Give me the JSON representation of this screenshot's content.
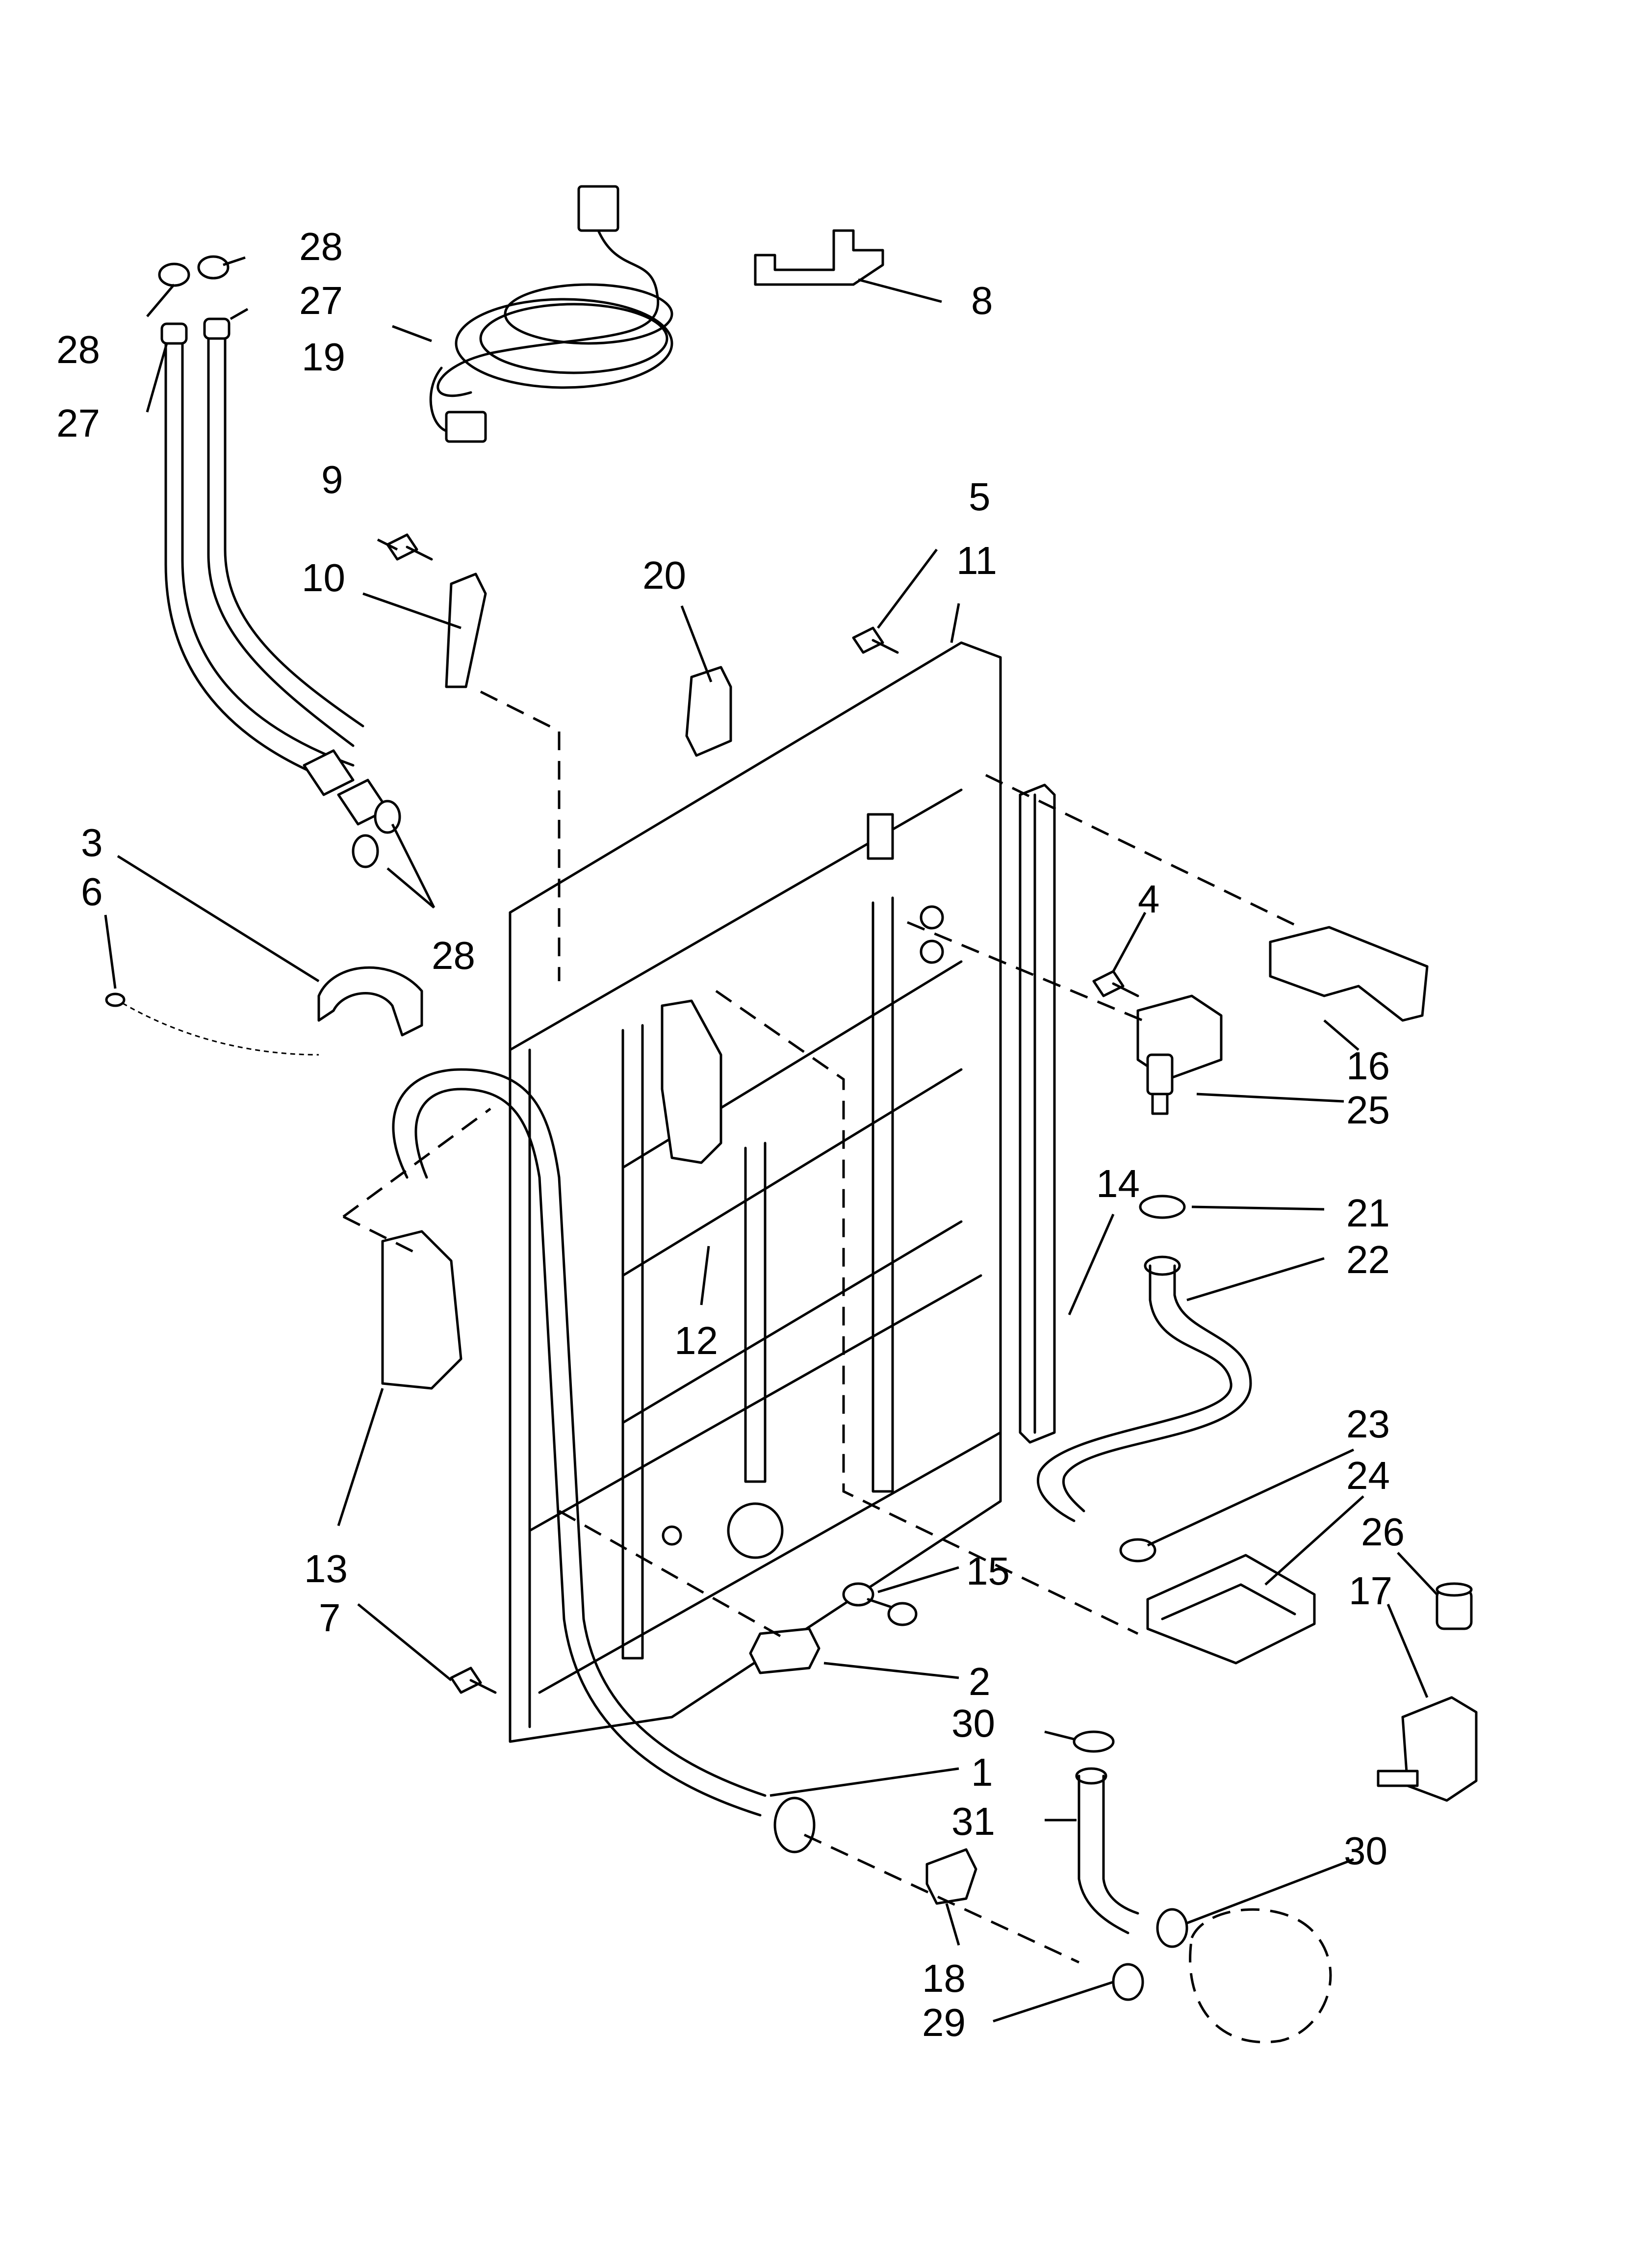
{
  "diagram": {
    "callouts": [
      {
        "id": "c28a",
        "text": "28"
      },
      {
        "id": "c28b",
        "text": "28"
      },
      {
        "id": "c27a",
        "text": "27"
      },
      {
        "id": "c27b",
        "text": "27"
      },
      {
        "id": "c19",
        "text": "19"
      },
      {
        "id": "c8",
        "text": "8"
      },
      {
        "id": "c9",
        "text": "9"
      },
      {
        "id": "c10",
        "text": "10"
      },
      {
        "id": "c20",
        "text": "20"
      },
      {
        "id": "c5",
        "text": "5"
      },
      {
        "id": "c11",
        "text": "11"
      },
      {
        "id": "c3",
        "text": "3"
      },
      {
        "id": "c6",
        "text": "6"
      },
      {
        "id": "c28c",
        "text": "28"
      },
      {
        "id": "c4",
        "text": "4"
      },
      {
        "id": "c16",
        "text": "16"
      },
      {
        "id": "c25",
        "text": "25"
      },
      {
        "id": "c14",
        "text": "14"
      },
      {
        "id": "c21",
        "text": "21"
      },
      {
        "id": "c22",
        "text": "22"
      },
      {
        "id": "c12",
        "text": "12"
      },
      {
        "id": "c23",
        "text": "23"
      },
      {
        "id": "c24",
        "text": "24"
      },
      {
        "id": "c26",
        "text": "26"
      },
      {
        "id": "c17",
        "text": "17"
      },
      {
        "id": "c13",
        "text": "13"
      },
      {
        "id": "c7",
        "text": "7"
      },
      {
        "id": "c15",
        "text": "15"
      },
      {
        "id": "c2",
        "text": "2"
      },
      {
        "id": "c30a",
        "text": "30"
      },
      {
        "id": "c1",
        "text": "1"
      },
      {
        "id": "c31",
        "text": "31"
      },
      {
        "id": "c30b",
        "text": "30"
      },
      {
        "id": "c18",
        "text": "18"
      },
      {
        "id": "c29",
        "text": "29"
      }
    ]
  }
}
